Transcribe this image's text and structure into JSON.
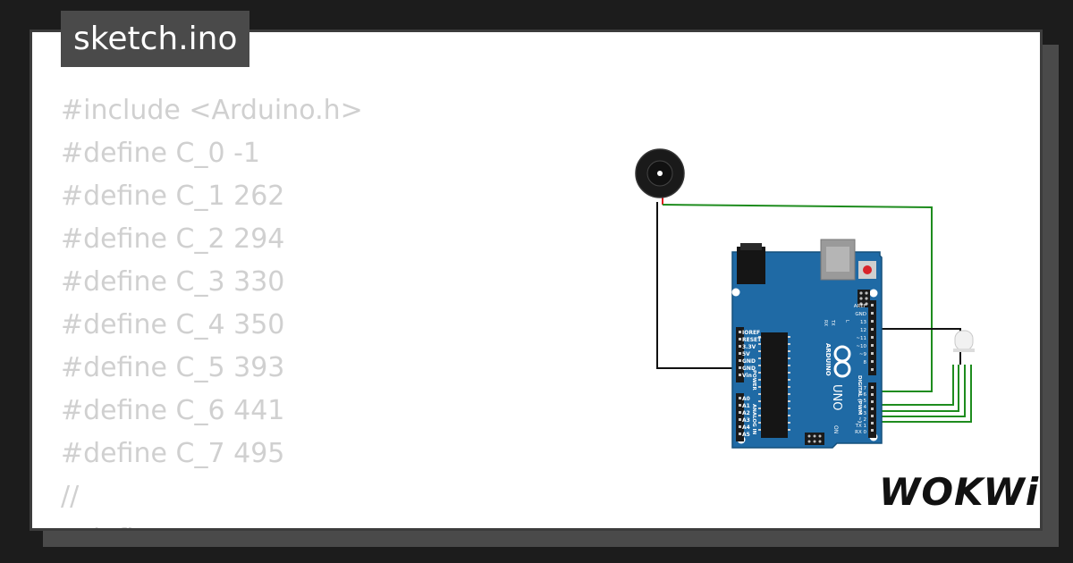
{
  "tab": {
    "filename": "sketch.ino"
  },
  "code_lines": [
    "#include <Arduino.h>",
    "#define C_0 -1",
    "#define C_1 262",
    "#define C_2 294",
    "#define C_3 330",
    "#define C_4 350",
    "#define C_5 393",
    "#define C_6 441",
    "#define C_7 495",
    "//",
    "#define ..."
  ],
  "board": {
    "brand": "ARDUINO",
    "model": "UNO",
    "power_header_title": "POWER",
    "power_pins": [
      "IOREF",
      "RESET",
      "3.3V",
      "5V",
      "GND",
      "GND",
      "Vin"
    ],
    "analog_header_title": "ANALOG IN",
    "analog_pins": [
      "A0",
      "A1",
      "A2",
      "A3",
      "A4",
      "A5"
    ],
    "digital_header_title": "DIGITAL (PWM ~)",
    "digital_pins": [
      "AREF",
      "GND",
      "13",
      "12",
      "~11",
      "~10",
      "~9",
      "8",
      "7",
      "~6",
      "~5",
      "4",
      "~3",
      "2",
      "TX 1",
      "RX 0"
    ],
    "led_labels": [
      "TX",
      "RX",
      "L"
    ],
    "on_label": "ON"
  },
  "brand_logo": "WOKWi",
  "colors": {
    "background": "#1c1c1c",
    "card": "#ffffff",
    "tab_bg": "#4a4a4a",
    "code_text": "#d0d0d0",
    "board": "#1f6aa5",
    "wire_green": "#1e8c1e",
    "wire_black": "#111111",
    "wire_red": "#e02020"
  }
}
